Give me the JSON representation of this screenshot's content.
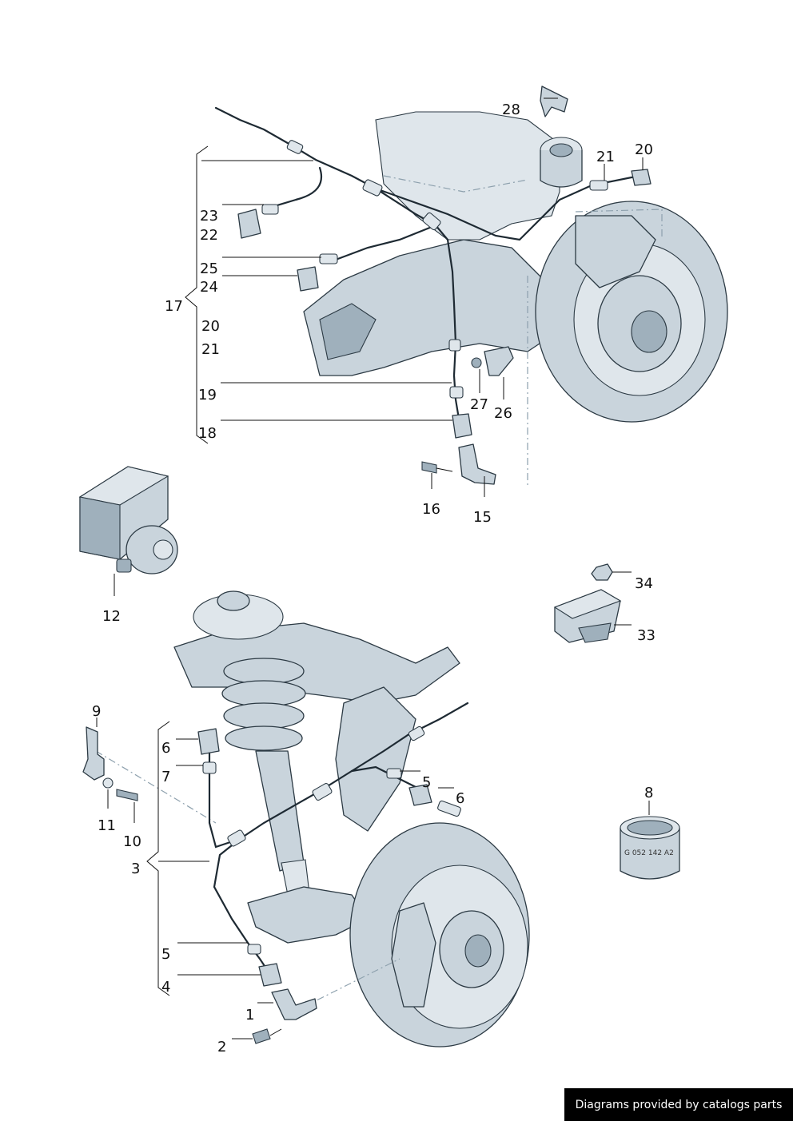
{
  "callouts": {
    "c1": "1",
    "c2": "2",
    "c3": "3",
    "c4": "4",
    "c5a": "5",
    "c5b": "5",
    "c6a": "6",
    "c6b": "6",
    "c7": "7",
    "c8": "8",
    "c9": "9",
    "c10": "10",
    "c11": "11",
    "c12": "12",
    "c15": "15",
    "c16": "16",
    "c17": "17",
    "c18": "18",
    "c19": "19",
    "c20a": "20",
    "c20b": "20",
    "c21a": "21",
    "c21b": "21",
    "c22": "22",
    "c23": "23",
    "c24": "24",
    "c25": "25",
    "c26": "26",
    "c27": "27",
    "c28": "28",
    "c33": "33",
    "c34": "34"
  },
  "part_print": {
    "label": "G 052 142 A2"
  },
  "credit": {
    "text": "Diagrams provided by catalogs parts"
  },
  "colors": {
    "part_fill": "#c9d4dc",
    "outline": "#2c3a44",
    "credit_bg": "#000000"
  }
}
